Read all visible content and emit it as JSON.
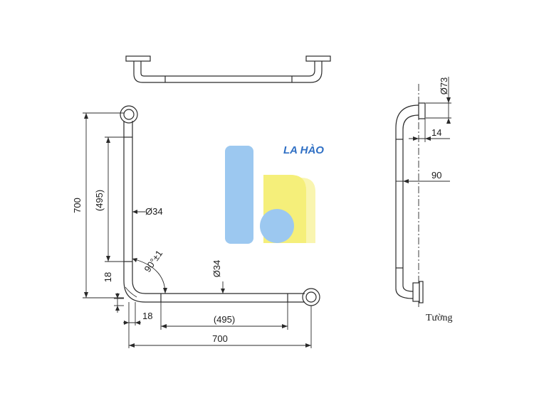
{
  "logo": {
    "text": "LA HÀO",
    "colors": {
      "blue": "#9cc8f0",
      "yellow": "#f5ef7a",
      "yellow_light": "#f9f5b0",
      "text": "#2f6fc4"
    }
  },
  "front_view": {
    "height_total": "700",
    "height_inner": "(495)",
    "tube_diameter_vertical": "Ø34",
    "angle": "90°±1",
    "offset_vertical": "18",
    "tube_diameter_horizontal": "Ø34",
    "offset_horizontal": "18",
    "width_inner": "(495)",
    "width_total": "700"
  },
  "side_view": {
    "flange_diameter": "Ø73",
    "flange_thickness": "14",
    "wall_distance": "90",
    "wall_label": "Tường"
  },
  "colors": {
    "line": "#2a2a2a",
    "tube_fill": "#ffffff"
  }
}
